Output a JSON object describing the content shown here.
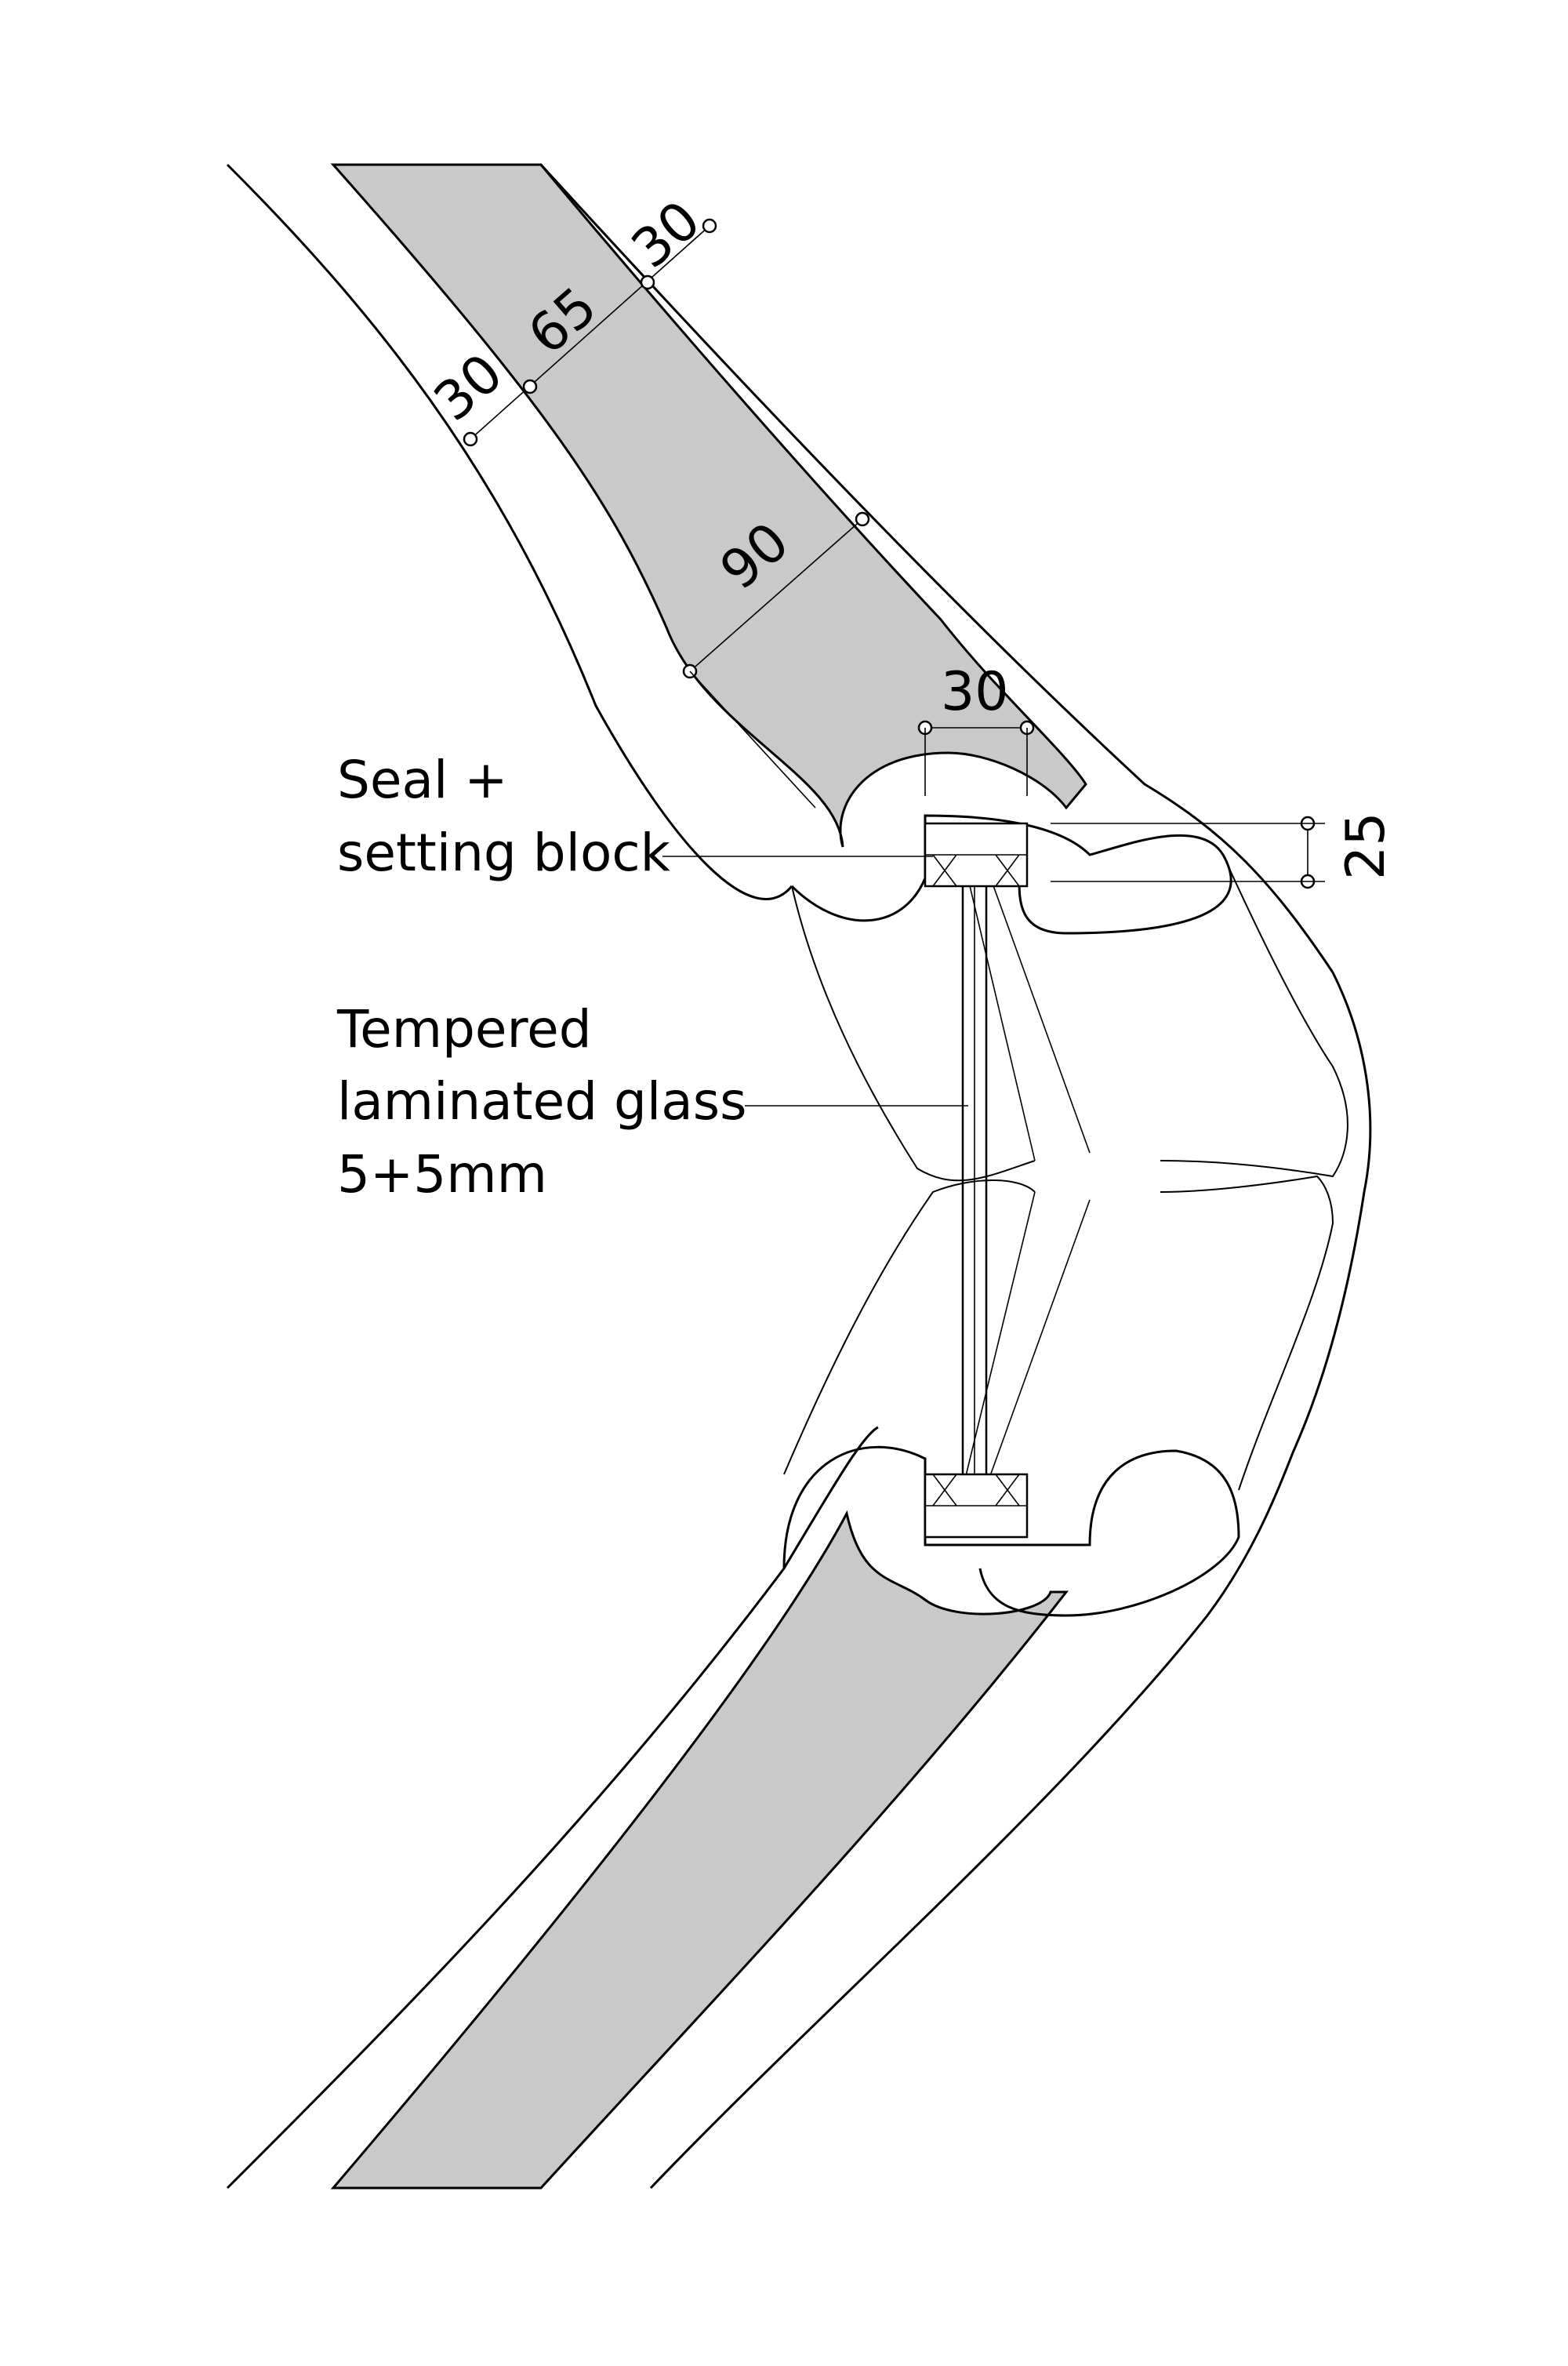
{
  "dimensions": {
    "outer_top": "30",
    "core_width": "65",
    "outer_left": "30",
    "core_depth": "90",
    "slot_width": "30",
    "slot_height": "25"
  },
  "labels": {
    "seal_line1": "Seal +",
    "seal_line2": "setting block",
    "glass_line1": "Tempered",
    "glass_line2": "laminated glass",
    "glass_line3": "5+5mm"
  },
  "colors": {
    "core_fill": "#c9c9c9",
    "line": "#000000"
  }
}
